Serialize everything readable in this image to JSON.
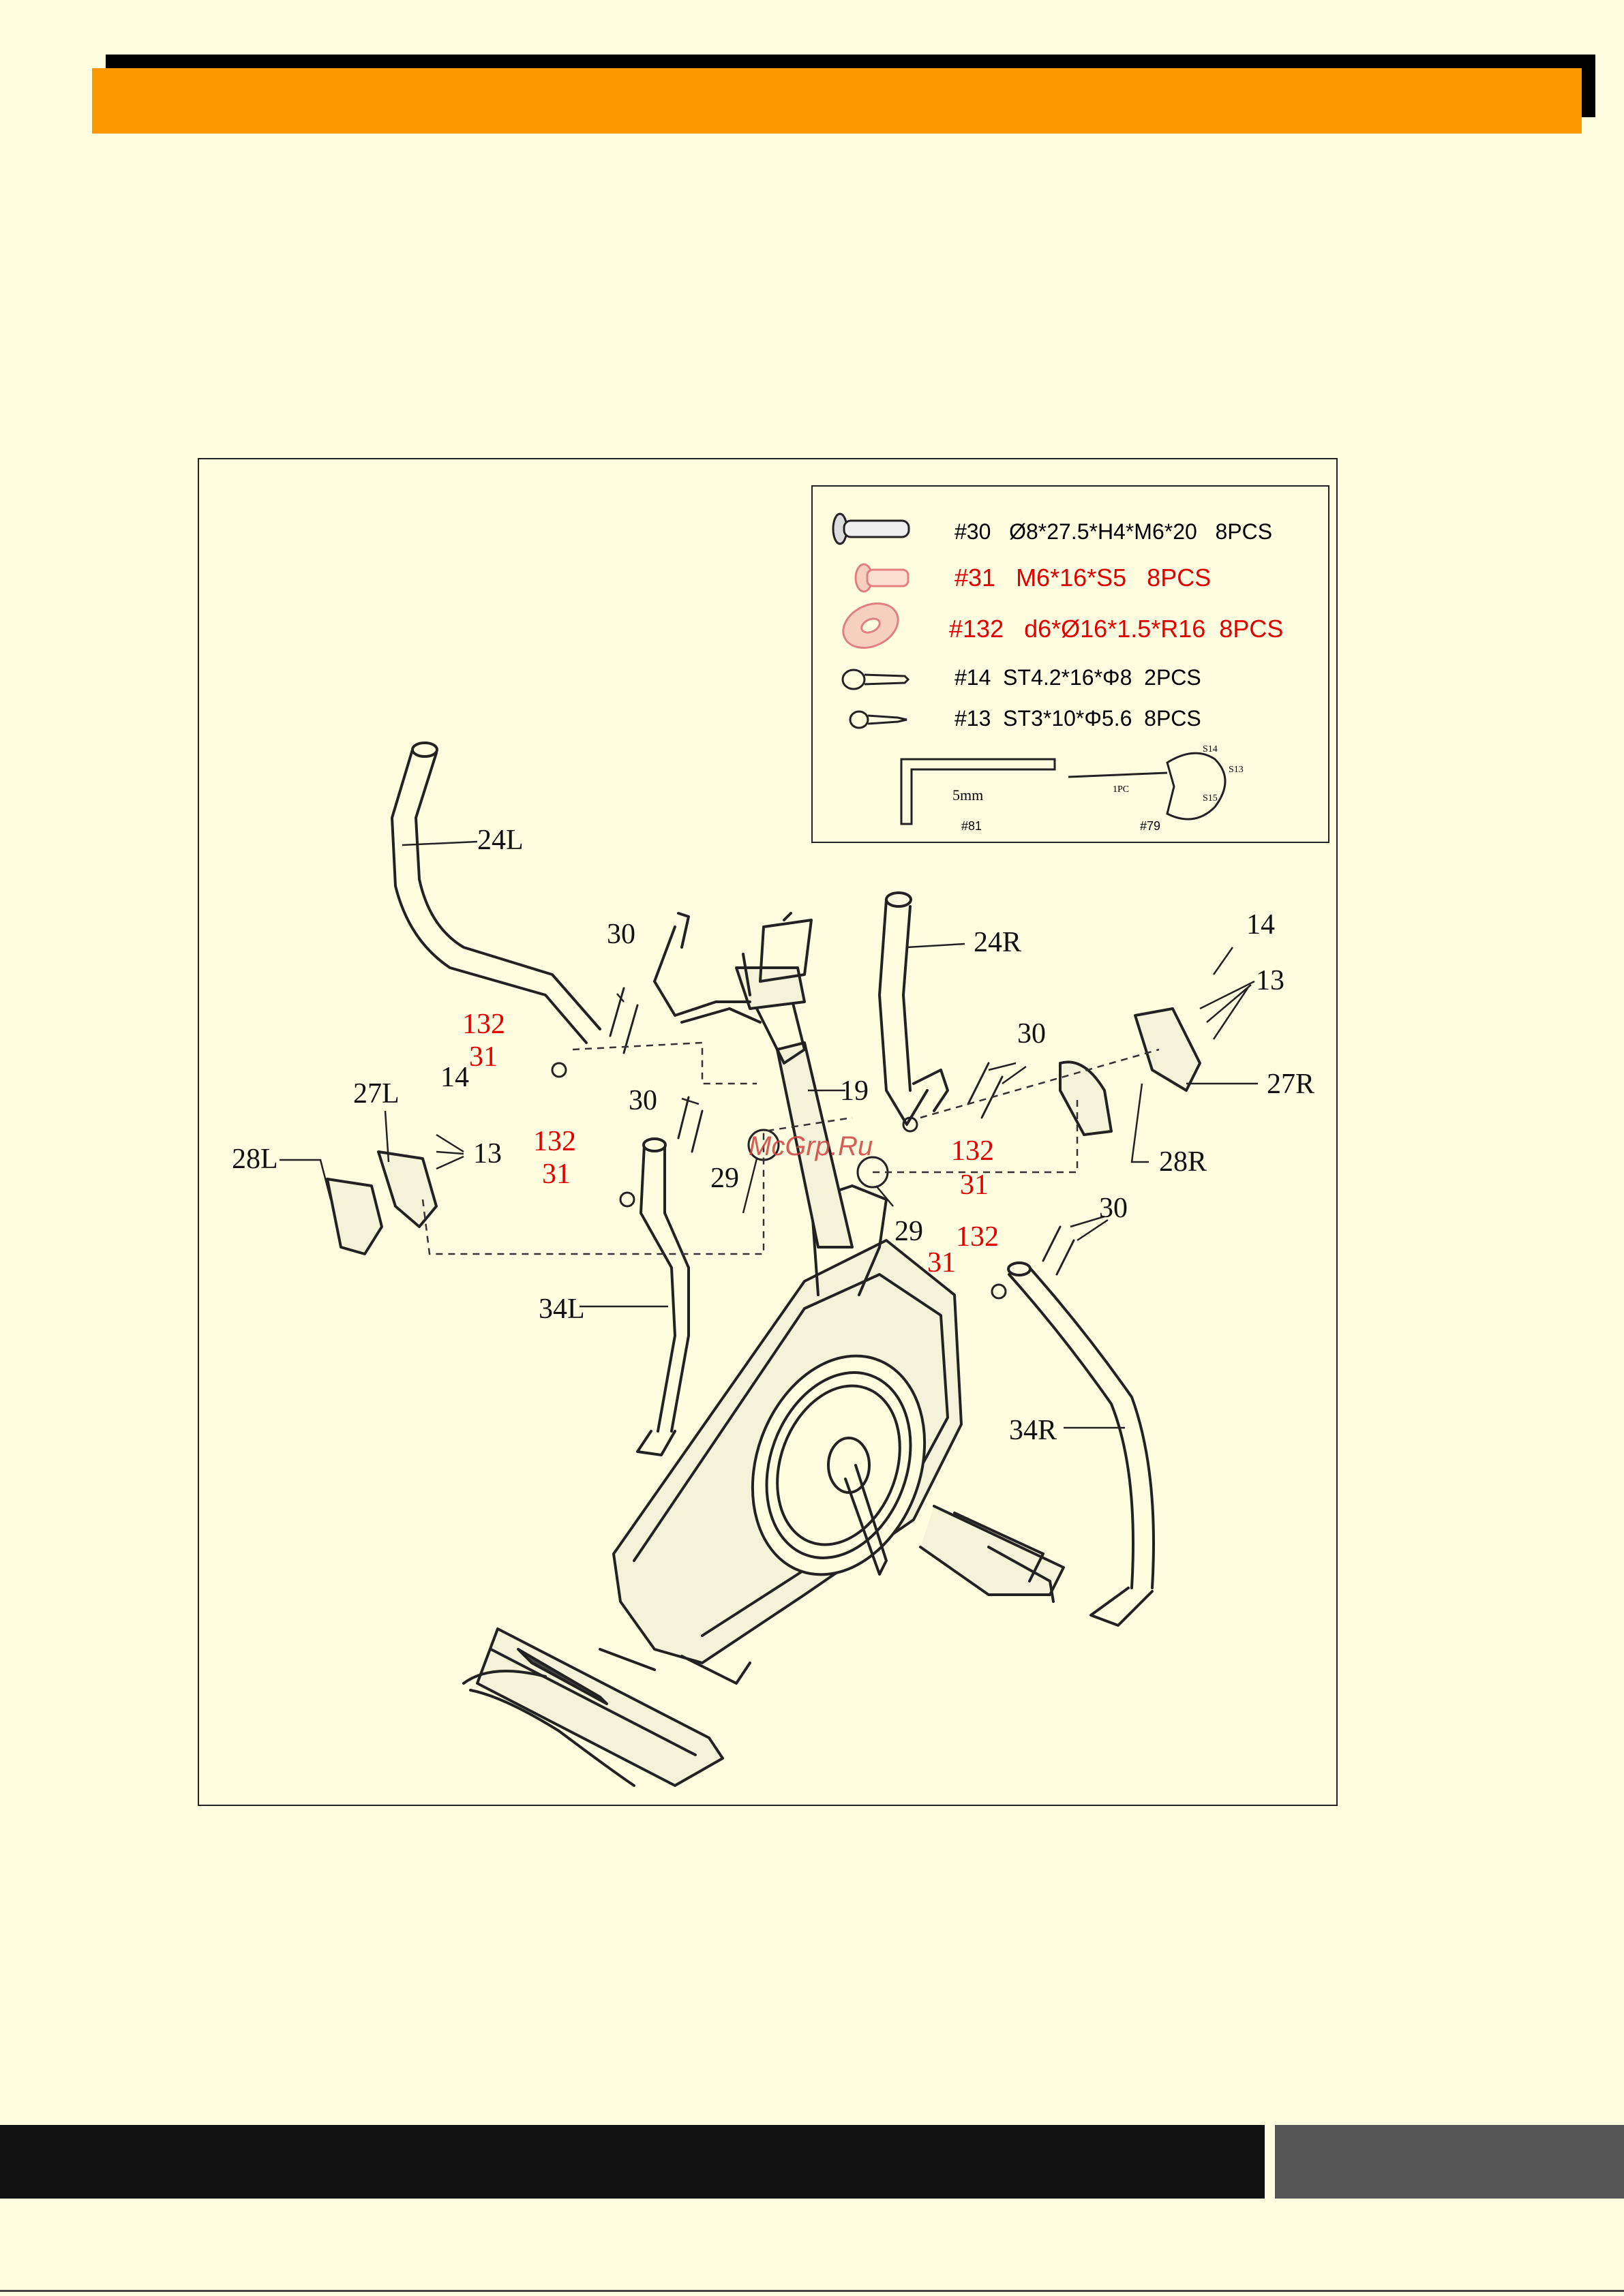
{
  "legend": {
    "rows": [
      {
        "text": "#30   Ø8*27.5*H4*M6*20   8PCS",
        "color": "#000000"
      },
      {
        "text": "#31   M6*16*S5   8PCS",
        "color": "#e00000"
      },
      {
        "text": "#132   d6*Ø16*1.5*R16  8PCS",
        "color": "#e00000"
      },
      {
        "text": "#14  ST4.2*16*Φ8  2PCS",
        "color": "#000000"
      },
      {
        "text": "#13  ST3*10*Φ5.6  8PCS",
        "color": "#000000"
      }
    ],
    "tool_size": "5mm",
    "tool_qty": "1PC",
    "tool1_id": "#81",
    "tool2_id": "#79",
    "wrench_marks": [
      "S14",
      "S13",
      "S15"
    ]
  },
  "labels": {
    "l24L": "24L",
    "l24R": "24R",
    "l30a": "30",
    "l30b": "30",
    "l30c": "30",
    "l30d": "30",
    "l132a": "132",
    "l132b": "132",
    "l132c": "132",
    "l132d": "132",
    "l31a": "31",
    "l31b": "31",
    "l31c": "31",
    "l31d": "31",
    "l14a": "14",
    "l14b": "14",
    "l13a": "13",
    "l13b": "13",
    "l27L": "27L",
    "l27R": "27R",
    "l28L": "28L",
    "l28R": "28R",
    "l19": "19",
    "l29a": "29",
    "l29b": "29",
    "l34L": "34L",
    "l34R": "34R"
  },
  "watermark": "McGrp.Ru",
  "colors": {
    "header": "#ff9900",
    "background": "#fffde0",
    "red": "#e00000"
  }
}
